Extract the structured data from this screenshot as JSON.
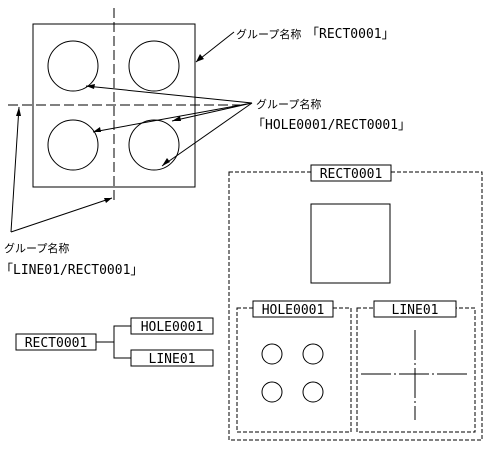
{
  "annotations": {
    "rect_group": {
      "prefix": "グループ名称",
      "value": "「RECT0001」"
    },
    "hole_group": {
      "prefix": "グループ名称",
      "value": "「HOLE0001/RECT0001」"
    },
    "line_group": {
      "prefix": "グループ名称",
      "value": "「LINE01/RECT0001」"
    }
  },
  "tree": {
    "root": "RECT0001",
    "children": [
      "HOLE0001",
      "LINE01"
    ]
  },
  "groups": {
    "outer": "RECT0001",
    "holes": "HOLE0001",
    "lines": "LINE01"
  }
}
